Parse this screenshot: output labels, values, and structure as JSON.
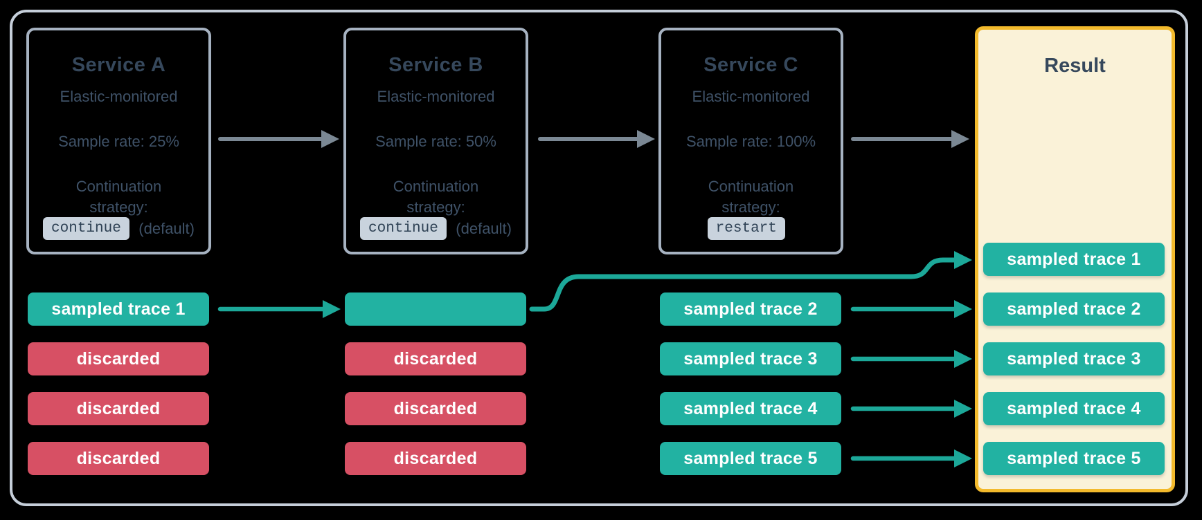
{
  "services": [
    {
      "name": "Service A",
      "monitoring": "Elastic-monitored",
      "sample_rate": "Sample rate: 25%",
      "continuation_line1": "Continuation",
      "continuation_line2": "strategy:",
      "strategy_code": "continue",
      "strategy_note": "(default)"
    },
    {
      "name": "Service B",
      "monitoring": "Elastic-monitored",
      "sample_rate": "Sample rate: 50%",
      "continuation_line1": "Continuation",
      "continuation_line2": "strategy:",
      "strategy_code": "continue",
      "strategy_note": "(default)"
    },
    {
      "name": "Service C",
      "monitoring": "Elastic-monitored",
      "sample_rate": "Sample rate: 100%",
      "continuation_line1": "Continuation",
      "continuation_line2": "strategy:",
      "strategy_code": "restart",
      "strategy_note": ""
    }
  ],
  "traces": {
    "service_a": [
      "sampled trace 1",
      "discarded",
      "discarded",
      "discarded"
    ],
    "service_b": [
      "",
      "discarded",
      "discarded",
      "discarded"
    ],
    "service_c": [
      "sampled trace 2",
      "sampled trace 3",
      "sampled trace 4",
      "sampled trace 5"
    ]
  },
  "result": {
    "title": "Result",
    "traces": [
      "sampled trace 1",
      "sampled trace 2",
      "sampled trace 3",
      "sampled trace 4",
      "sampled trace 5"
    ]
  },
  "colors": {
    "sampled_teal": "#22b2a2",
    "teal_arrow": "#1ca899",
    "discarded_red": "#d75064",
    "gray_arrow": "#7b8894",
    "result_fill": "#faf2d8",
    "result_border": "#f3ba2c",
    "frame_border": "#c5ced9",
    "service_box_border": "#a6b2c1",
    "title_text": "#36485c",
    "body_text": "#3f5268",
    "code_badge_bg": "#c9d3dd"
  }
}
